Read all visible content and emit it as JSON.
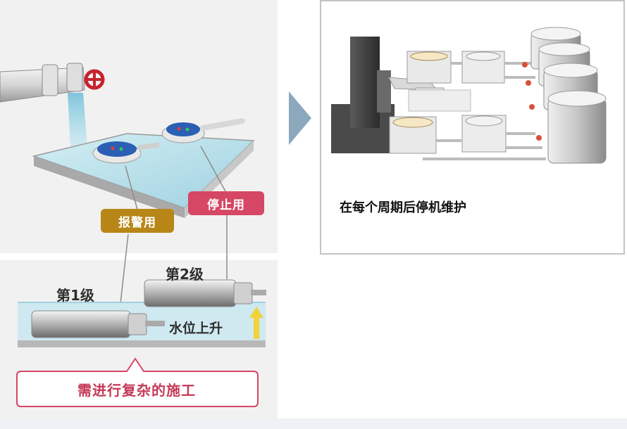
{
  "labels": {
    "alarm": "报警用",
    "stop": "停止用",
    "level1": "第1级",
    "level2": "第2级",
    "water_rise": "水位上升",
    "callout": "需进行复杂的施工",
    "right_caption": "在每个周期后停机维护"
  },
  "colors": {
    "alarm": "#b78617",
    "stop": "#d54764",
    "callout_border": "#d54764",
    "water": "#b9e0ea",
    "arrow": "#8ba8bd",
    "rise_arrow": "#f2d23a"
  },
  "icons": [
    "valve-icon",
    "float-switch-icon",
    "chevron-right-icon",
    "up-arrow-icon"
  ]
}
